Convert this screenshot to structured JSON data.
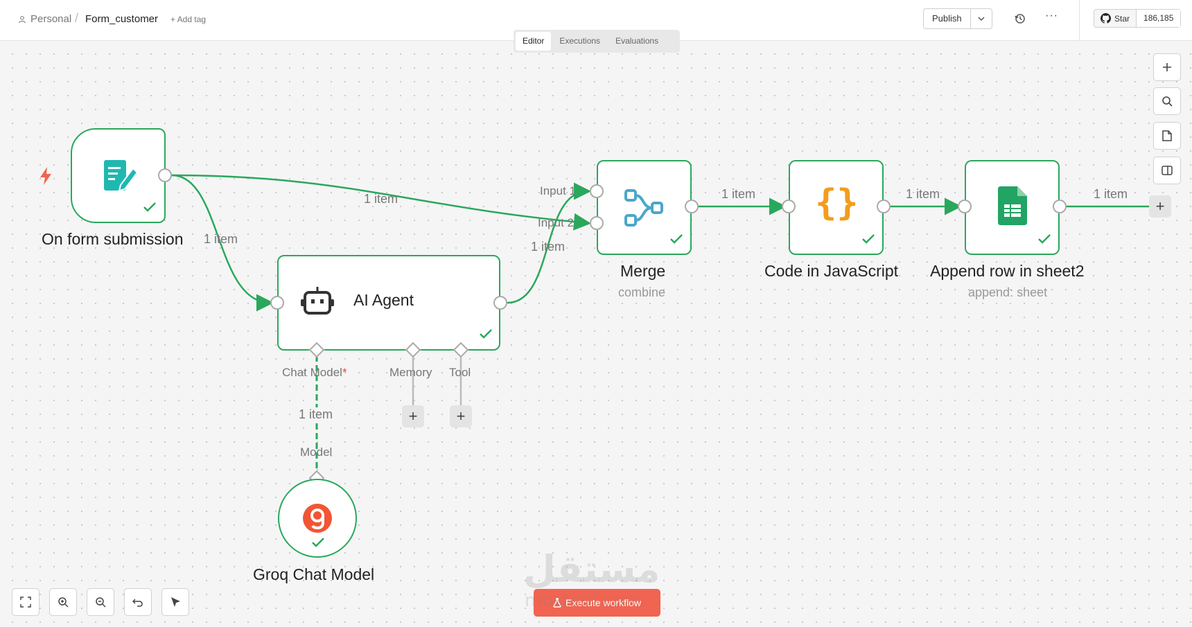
{
  "header": {
    "breadcrumb_personal": "Personal",
    "breadcrumb_sep": "/",
    "workflow_name": "Form_customer",
    "add_tag": "+ Add tag",
    "publish_label": "Publish",
    "more_label": "···",
    "github_star_label": "Star",
    "github_star_count": "186,185"
  },
  "tabs": [
    {
      "label": "Editor",
      "active": true
    },
    {
      "label": "Executions",
      "active": false
    },
    {
      "label": "Evaluations",
      "active": false
    }
  ],
  "nodes": {
    "form": {
      "label": "On form submission"
    },
    "ai_agent": {
      "label": "AI Agent",
      "sub_chat_model": "Chat Model",
      "required_mark": "*",
      "sub_memory": "Memory",
      "sub_tool": "Tool"
    },
    "merge": {
      "label": "Merge",
      "sublabel": "combine",
      "input1": "Input 1",
      "input2": "Input 2"
    },
    "code": {
      "label": "Code in JavaScript",
      "icon_text": "{}"
    },
    "sheets": {
      "label": "Append row in sheet2",
      "sublabel": "append: sheet"
    },
    "groq": {
      "label": "Groq Chat Model",
      "model_label": "Model"
    }
  },
  "edges": {
    "form_to_merge": "1 item",
    "form_to_agent": "1 item",
    "agent_to_merge": "1 item",
    "merge_to_code": "1 item",
    "code_to_sheets": "1 item",
    "sheets_out": "1 item",
    "groq_to_agent": "1 item"
  },
  "plus_symbol": "+",
  "execute_button": "Execute workflow",
  "watermark": {
    "arabic": "مستقل",
    "latin": "mostaql.com"
  },
  "colors": {
    "node_border": "#29a85c",
    "edge": "#29a85c",
    "execute": "#f06451",
    "form_icon": "#1fb8b0",
    "merge_icon": "#4aa7c9",
    "code_icon": "#f39c1d",
    "sheets_icon": "#21a464",
    "groq_icon": "#f25534",
    "trigger_bolt": "#f06451"
  }
}
